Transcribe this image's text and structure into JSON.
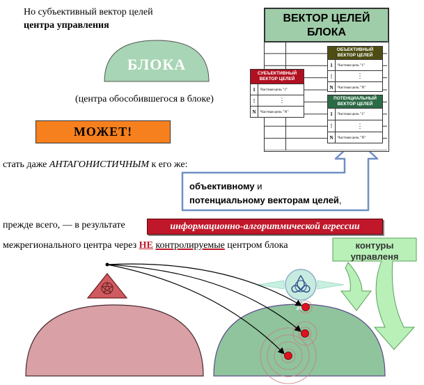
{
  "intro": {
    "line1": "Но субъективный вектор целей",
    "line2": "центра управления"
  },
  "dome_block_label": "БЛОКА",
  "note_center": "(центра обособившегося в блоке)",
  "can_label": "МОЖЕТ!",
  "antagonist_line": {
    "prefix": "стать даже ",
    "emph": "АНТАГОНИСТИЧНЫМ",
    "suffix": " к его же:"
  },
  "callout": {
    "line1_bold": "объективному",
    "line1_rest": " и",
    "line2_bold": "потенциальному векторам целей",
    "line2_rest": ","
  },
  "first_of_all": "прежде всего, — в результате",
  "aggression_label": "информационно-алгоритмической агрессии",
  "interregional": {
    "prefix": "межрегионального центра через ",
    "ne": "НЕ",
    "middle": " ",
    "underlined": "контролируемые",
    "suffix": " центром блока"
  },
  "contours_label": {
    "line1": "контуры",
    "line2": "управленя"
  },
  "vector_table": {
    "title_line1": "ВЕКТОР ЦЕЛЕЙ",
    "title_line2": "БЛОКА"
  },
  "subjective_table": {
    "title_line1": "СУБЪЕКТИВНЫЙ",
    "title_line2": "ВЕКТОР ЦЕЛЕЙ",
    "rows": [
      {
        "idx": "1",
        "text": "Частная цель \"1\""
      },
      {
        "idx": "⋮",
        "text": "⋮"
      },
      {
        "idx": "N",
        "text": "Частная цель \"N\""
      }
    ]
  },
  "objective_table": {
    "title_line1": "ОБЪЕКТИВНЫЙ",
    "title_line2": "ВЕКТОР ЦЕЛЕЙ",
    "rows": [
      {
        "idx": "1",
        "text": "Частная цель \"1\""
      },
      {
        "idx": "⋮",
        "text": "⋮"
      },
      {
        "idx": "N",
        "text": "Частная цель \"N\""
      }
    ]
  },
  "potential_table": {
    "title_line1": "ПОТЕНЦИАЛЬНЫЙ",
    "title_line2": "ВЕКТОР ЦЕЛЕЙ",
    "rows": [
      {
        "idx": "1",
        "text": "Частная цель \"1\""
      },
      {
        "idx": "⋮",
        "text": "⋮"
      },
      {
        "idx": "N",
        "text": "Частная цель \"N\""
      }
    ]
  },
  "colors": {
    "dome_top": "#a8d5b5",
    "dome_left": "#d9a0a6",
    "dome_right": "#8fc49c",
    "orange": "#f7801e",
    "aggression_red": "#c0182a",
    "subjective_red": "#b01020",
    "objective_olive": "#4d4d14",
    "potential_green": "#2b6b45",
    "arrow_light_green": "#b8f0b8"
  }
}
